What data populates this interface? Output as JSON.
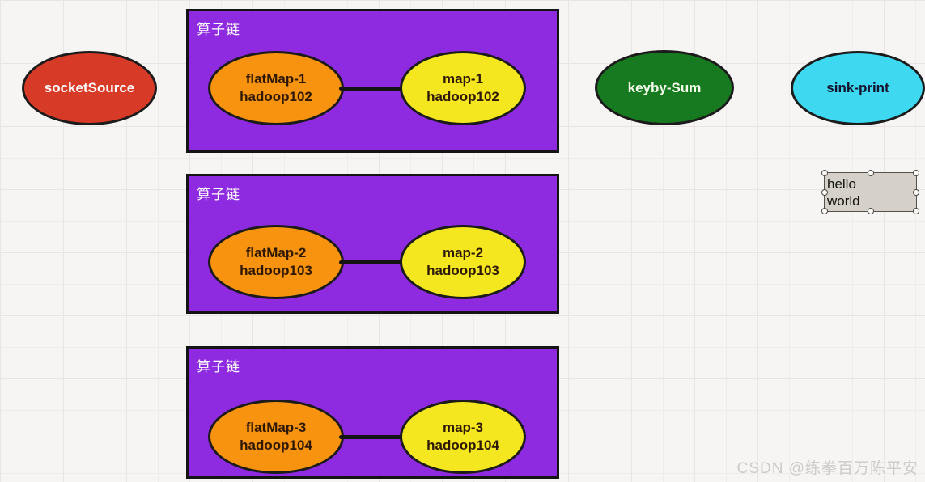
{
  "watermark": "CSDN @练拳百万陈平安",
  "shapes": {
    "source": {
      "label": "socketSource",
      "fill": "#d83a28",
      "text_color": "#ffffff"
    },
    "keyby": {
      "label": "keyby-Sum",
      "fill": "#187a20",
      "text_color": "#ffffff"
    },
    "sink": {
      "label": "sink-print",
      "fill": "#3ed8f0",
      "text_color": "#14142e"
    }
  },
  "chains": [
    {
      "title": "算子链",
      "flatmap": {
        "name": "flatMap-1",
        "host": "hadoop102",
        "fill": "#f7930e"
      },
      "map": {
        "name": "map-1",
        "host": "hadoop102",
        "fill": "#f4e71f"
      }
    },
    {
      "title": "算子链",
      "flatmap": {
        "name": "flatMap-2",
        "host": "hadoop103",
        "fill": "#f7930e"
      },
      "map": {
        "name": "map-2",
        "host": "hadoop103",
        "fill": "#f4e71f"
      }
    },
    {
      "title": "算子链",
      "flatmap": {
        "name": "flatMap-3",
        "host": "hadoop104",
        "fill": "#f7930e"
      },
      "map": {
        "name": "map-3",
        "host": "hadoop104",
        "fill": "#f4e71f"
      }
    }
  ],
  "text_box": {
    "lines": [
      "hello",
      "world"
    ]
  },
  "colors": {
    "chain_box_fill": "#8e2ae0",
    "shape_border": "#1b1b1b",
    "canvas_background": "#f7f5f4",
    "grid_line": "#e9e5e4",
    "selection_box_fill": "#d5d1ca"
  }
}
